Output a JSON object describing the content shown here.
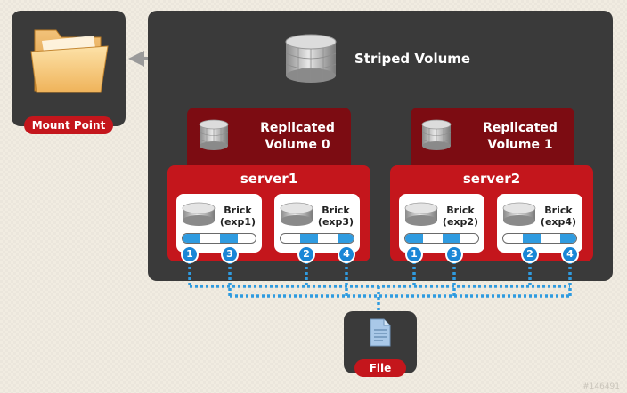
{
  "mount_point": {
    "label": "Mount Point"
  },
  "striped_volume": {
    "label": "Striped Volume"
  },
  "replicated_volumes": [
    {
      "line1": "Replicated",
      "line2": "Volume 0"
    },
    {
      "line1": "Replicated",
      "line2": "Volume 1"
    }
  ],
  "servers": [
    {
      "name": "server1",
      "bricks": [
        {
          "line1": "Brick",
          "line2": "(exp1)",
          "markers": [
            "1",
            "3"
          ]
        },
        {
          "line1": "Brick",
          "line2": "(exp3)",
          "markers": [
            "2",
            "4"
          ]
        }
      ]
    },
    {
      "name": "server2",
      "bricks": [
        {
          "line1": "Brick",
          "line2": "(exp2)",
          "markers": [
            "1",
            "3"
          ]
        },
        {
          "line1": "Brick",
          "line2": "(exp4)",
          "markers": [
            "2",
            "4"
          ]
        }
      ]
    }
  ],
  "file": {
    "label": "File"
  },
  "watermark": "#146491",
  "colors": {
    "panel": "#3a3a3a",
    "red": "#c4161c",
    "maroon": "#7c0c12",
    "blue": "#1a86d6",
    "background": "#f1ece1"
  },
  "icons": [
    "folder-icon",
    "database-icon",
    "disk-icon",
    "document-icon",
    "arrow-left-icon"
  ]
}
